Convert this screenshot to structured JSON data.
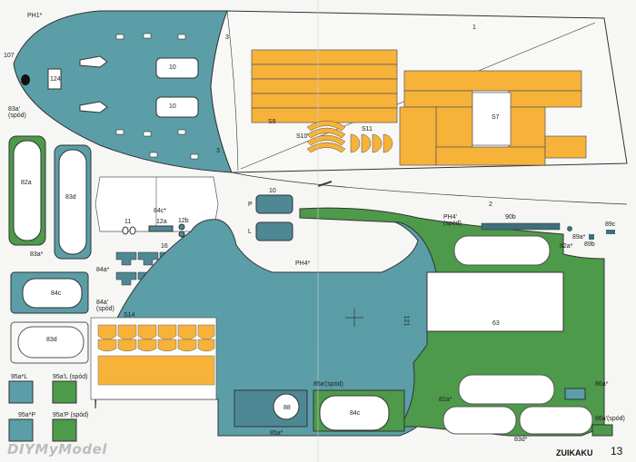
{
  "labels": {
    "ph1": "PH1*",
    "n107": "107",
    "n1": "1",
    "n2": "2",
    "n3a": "3",
    "n3b": "3",
    "n10a": "10",
    "n10b": "10",
    "n124": "124",
    "s9": "S9",
    "s7": "S7",
    "s10": "S10",
    "s11": "S11",
    "n83a_spod": "83a'\n(spód)",
    "n82a": "82a",
    "n83d": "83d",
    "n83a_star": "83a*",
    "n84c_top": "84c*",
    "n11": "11",
    "n12a": "12a",
    "n12b": "12b",
    "n16": "16",
    "n10c": "10",
    "p": "P",
    "l": "L",
    "ph4_spod": "PH4'\n(spód)",
    "n90b": "90b",
    "n89a": "89a*",
    "n89b": "89b",
    "n89c": "89c",
    "n82a_star": "82a*",
    "ph4": "PH4*",
    "n84a_star": "84a*",
    "n84c_left": "84c",
    "n84a_spod": "84a'\n(spód)",
    "n83d_b": "83d",
    "s14": "S14",
    "n121": "121",
    "n63": "63",
    "n95aL": "95a*L",
    "n95aL_spod": "95a'L (spód)",
    "n95aP": "95a*P",
    "n95aP_spod": "95a'P (spód)",
    "n85a_spod": "85a'(spód)",
    "n88": "88",
    "n84c_bot": "84c",
    "n85a_star": "85a*",
    "n82a_bot": "82a*",
    "n83d_star": "83d*",
    "n86a": "86a*",
    "n86a_spod": "86a'(spód)"
  },
  "footer": {
    "watermark": "DIYMyModel",
    "brand": "ZUIKAKU",
    "page_number": "13"
  },
  "colors": {
    "teal": "#5a9ea6",
    "green": "#4d9a4a",
    "orange": "#f7b23a",
    "paper": "#f6f6f4",
    "line": "#333333"
  }
}
